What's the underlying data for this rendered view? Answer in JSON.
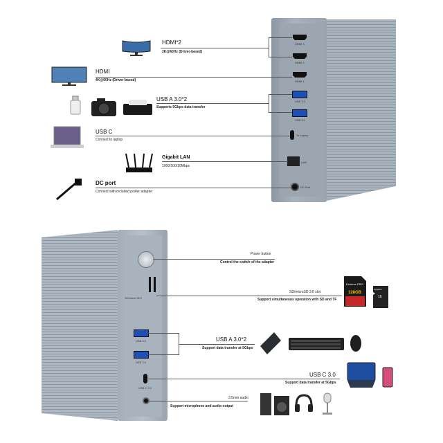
{
  "top": {
    "hdmi2": {
      "title": "HDMI*2",
      "sub": "2K@60Hz (Driver-based)"
    },
    "hdmi": {
      "title": "HDMI",
      "sub": "4K@60Hz (Driver-based)"
    },
    "usba": {
      "title": "USB A 3.0*2",
      "sub": "Supports 5Gbps data transfer"
    },
    "usbc": {
      "title": "USB C",
      "sub": "Connect to laptop"
    },
    "lan": {
      "title": "Gigabit LAN",
      "sub": "1000/100/10Mbps"
    },
    "dc": {
      "title": "DC port",
      "sub": "Connect with included power adapter"
    },
    "ports": {
      "hdmi3": "HDMI 3",
      "hdmi2": "HDMI 2",
      "hdmi1": "HDMI 1",
      "usb30a": "USB 3.0",
      "usb30b": "USB 3.0",
      "laptop": "To Laptop",
      "lan": "LAN",
      "dc": "DC Port"
    }
  },
  "bottom": {
    "power": {
      "title": "Power button",
      "sub": "Control the switch of the adapter"
    },
    "sd": {
      "title": "SD/microSD 3.0 slot",
      "sub": "Support simultaneous operation with SD and TF"
    },
    "usba": {
      "title": "USB A 3.0*2",
      "sub": "Support data transfer at 5Gbps"
    },
    "usbc": {
      "title": "USB C 3.0",
      "sub": "Support data transfer at 5Gbps"
    },
    "audio": {
      "title": "3.5mm audio",
      "sub": "Support microphone and audio output"
    },
    "ports": {
      "sd": "SD/micro SD+",
      "usb30a": "USB 3.0",
      "usb30b": "USB 3.0",
      "usbc": "USB C 3.0"
    },
    "sdcard_text": "Extreme PRO",
    "sdcard_cap": "128GB",
    "microsd_text": "Kingston",
    "microsd_cap": "16"
  }
}
